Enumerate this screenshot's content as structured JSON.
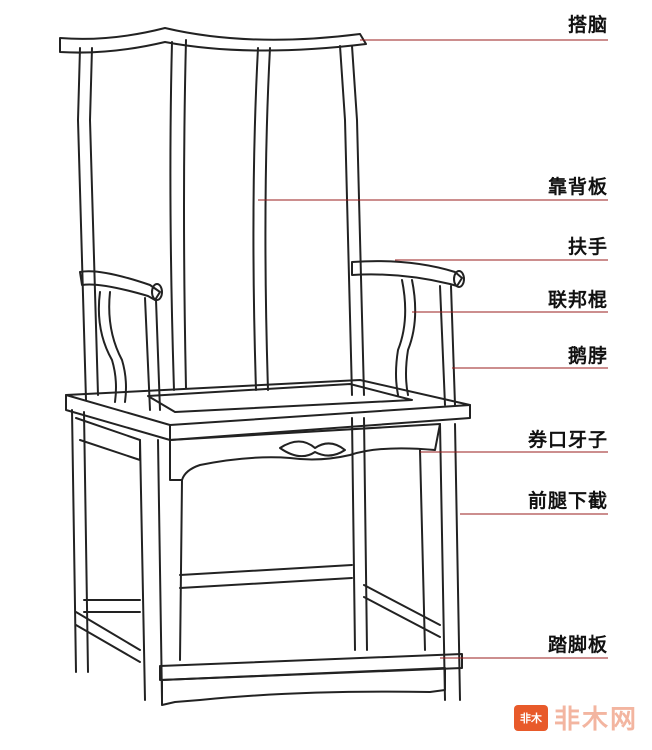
{
  "labels": {
    "l1": "搭脑",
    "l2": "靠背板",
    "l3": "扶手",
    "l4": "联邦棍",
    "l5": "鹅脖",
    "l6": "券口牙子",
    "l7": "前腿下截",
    "l8": "踏脚板"
  },
  "watermark": {
    "logo": "非木",
    "text": "非木网"
  },
  "colors": {
    "leader": "#9a1e1e",
    "stroke": "#222222"
  }
}
